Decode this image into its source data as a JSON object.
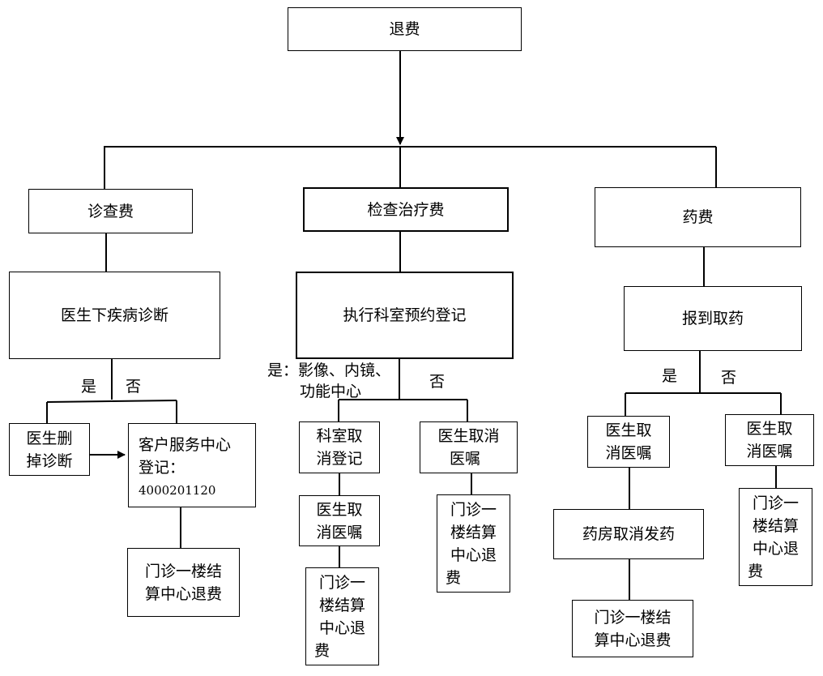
{
  "root": {
    "label": "退费"
  },
  "branches": {
    "consult": {
      "title": "诊查费",
      "step1": "医生下疾病诊断",
      "yes": "是",
      "no": "否",
      "delete_diag": [
        "医生删",
        "掉诊断"
      ],
      "service_center": {
        "line1": "客户服务中心",
        "line2": "登记：",
        "phone": "4000201120"
      },
      "refund": [
        "门诊一楼结",
        "算中心退费"
      ]
    },
    "exam": {
      "title": "检查治疗费",
      "step1": "执行科室预约登记",
      "yes": [
        "是：影像、内镜、",
        "功能中心"
      ],
      "no": "否",
      "cancel_reg": [
        "科室取",
        "消登记"
      ],
      "cancel_order_yes": [
        "医生取",
        "消医嘱"
      ],
      "refund_yes": [
        "门诊一",
        "楼结算",
        "中心退",
        "费"
      ],
      "cancel_order_no": [
        "医生取消",
        "医嘱"
      ],
      "refund_no": [
        "门诊一",
        "楼结算",
        "中心退",
        "费"
      ]
    },
    "drug": {
      "title": "药费",
      "step1": "报到取药",
      "yes": "是",
      "no": "否",
      "cancel_order_yes": [
        "医生取",
        "消医嘱"
      ],
      "pharmacy_cancel": "药房取消发药",
      "refund_yes": [
        "门诊一楼结",
        "算中心退费"
      ],
      "cancel_order_no": [
        "医生取",
        "消医嘱"
      ],
      "refund_no": [
        "门诊一",
        "楼结算",
        "中心退",
        "费"
      ]
    }
  }
}
